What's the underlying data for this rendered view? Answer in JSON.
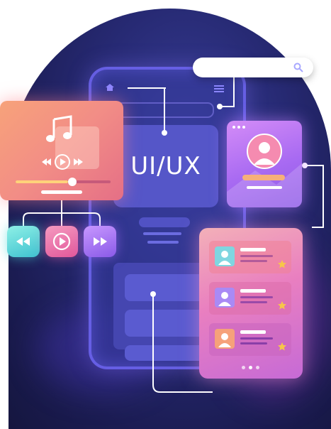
{
  "illustration": {
    "center_label": "UI/UX",
    "icons": [
      "home-icon",
      "menu-icon",
      "search-icon",
      "music-note-icon",
      "rewind-icon",
      "play-icon",
      "fast-forward-icon",
      "user-icon",
      "star-icon"
    ],
    "colors": {
      "background_dark": "#1b1c52",
      "phone_frame": "#786eff",
      "music_card": "#f28d86",
      "profile_card": "#a86af2",
      "list_card": "#e97fc0",
      "rewind_button": "#5fd6d4",
      "play_button": "#ea6ea4",
      "forward_button": "#a86af2",
      "star": "#f7c64a"
    },
    "music_player": {
      "progress_fraction": 0.55
    },
    "list_items_count_visible": 3,
    "rating_stars_per_item": 1,
    "pager_dots": 3
  }
}
